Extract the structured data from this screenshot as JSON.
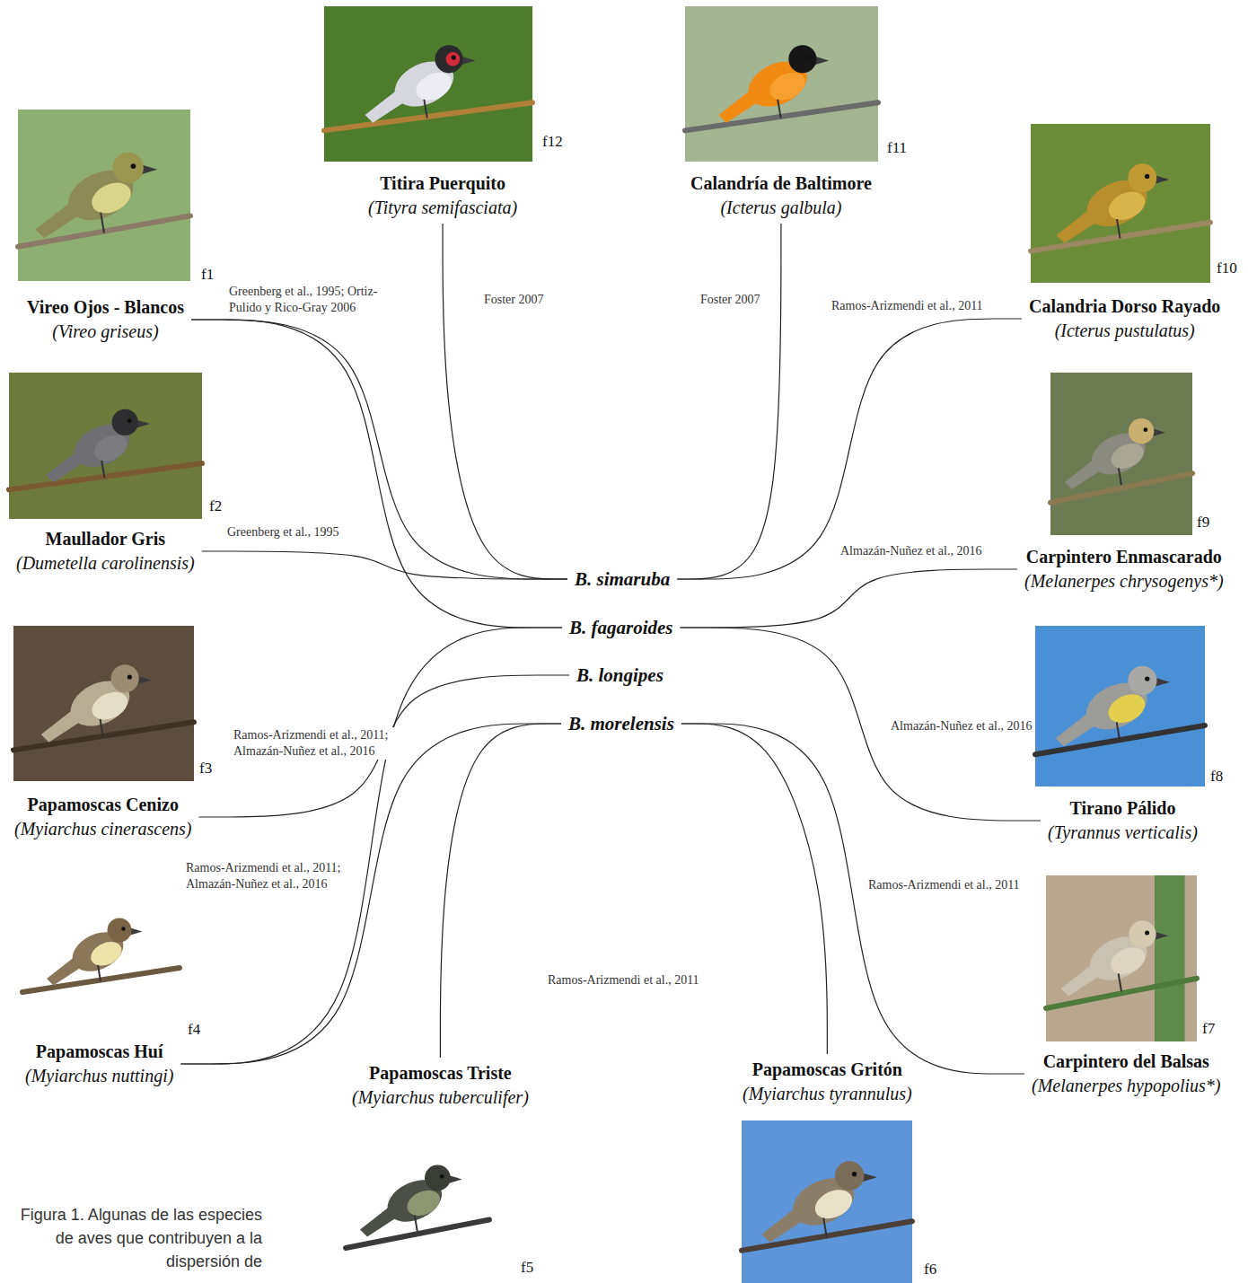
{
  "diagram": {
    "caption": "Figura 1. Algunas de las especies de aves que contribuyen a la dispersión de",
    "nodes": [
      {
        "text": [
          "Vireo Ojos - Blancos",
          "(Vireo griseus)"
        ]
      },
      {
        "text": [
          "Maullador Gris",
          "(Dumetella carolinensis)"
        ]
      },
      {
        "text": [
          "Papamoscas Cenizo",
          "(Myiarchus cinerascens)"
        ]
      },
      {
        "text": [
          "Papamoscas Huí",
          "(Myiarchus nuttingi)"
        ]
      },
      {
        "text": [
          "Papamoscas Triste",
          "(Myiarchus tuberculifer)"
        ]
      },
      {
        "text": [
          "Papamoscas Gritón",
          "(Myiarchus tyrannulus)"
        ]
      },
      {
        "text": [
          "Carpintero del Balsas",
          "(Melanerpes hypopolius*)"
        ]
      },
      {
        "text": [
          "Tirano Pálido",
          "(Tyrannus verticalis)"
        ]
      },
      {
        "text": [
          "Carpintero Enmascarado",
          "(Melanerpes chrysogenys*)"
        ]
      },
      {
        "text": [
          "Calandria Dorso Rayado",
          "(Icterus pustulatus)"
        ]
      },
      {
        "text": [
          "Calandría de Baltimore",
          "(Icterus galbula)"
        ]
      },
      {
        "text": [
          "Titira Puerquito",
          "(Tityra semifasciata)"
        ]
      },
      {
        "text": [
          "B. simaruba"
        ]
      },
      {
        "text": [
          "B. fagaroides"
        ]
      },
      {
        "text": [
          "B. longipes"
        ]
      },
      {
        "text": [
          "B. morelensis"
        ]
      }
    ],
    "edges": [
      {
        "from": 0,
        "to": 12,
        "arrow": "none",
        "label": "Greenberg et al., 1995; Ortiz-Pulido y Rico-Gray 2006"
      },
      {
        "from": 0,
        "to": 13,
        "arrow": "none"
      },
      {
        "from": 1,
        "to": 12,
        "arrow": "none",
        "label": "Greenberg et al., 1995"
      },
      {
        "from": 2,
        "to": 14,
        "arrow": "none",
        "label": "Ramos-Arizmendi et al., 2011; Almazán-Nuñez et al., 2016"
      },
      {
        "from": 3,
        "to": 13,
        "arrow": "none",
        "label": "Ramos-Arizmendi et al., 2011; Almazán-Nuñez et al., 2016"
      },
      {
        "from": 3,
        "to": 15,
        "arrow": "none"
      },
      {
        "from": 4,
        "to": 15,
        "arrow": "none",
        "label": "Ramos-Arizmendi et al., 2011"
      },
      {
        "from": 5,
        "to": 15,
        "arrow": "none"
      },
      {
        "from": 6,
        "to": 15,
        "arrow": "none",
        "label": "Ramos-Arizmendi et al., 2011"
      },
      {
        "from": 7,
        "to": 13,
        "arrow": "none",
        "label": "Almazán-Nuñez et al., 2016"
      },
      {
        "from": 8,
        "to": 13,
        "arrow": "none",
        "label": "Almazán-Nuñez et al., 2016"
      },
      {
        "from": 9,
        "to": 12,
        "arrow": "none",
        "label": "Ramos-Arizmendi et al., 2011"
      },
      {
        "from": 10,
        "to": 12,
        "arrow": "none",
        "label": "Foster 2007"
      },
      {
        "from": 11,
        "to": 12,
        "arrow": "none",
        "label": "Foster 2007"
      }
    ],
    "labels": [
      "f1",
      "f2",
      "f3",
      "f4",
      "f5",
      "f6",
      "f7",
      "f8",
      "f9",
      "f10",
      "f11",
      "f12"
    ]
  }
}
